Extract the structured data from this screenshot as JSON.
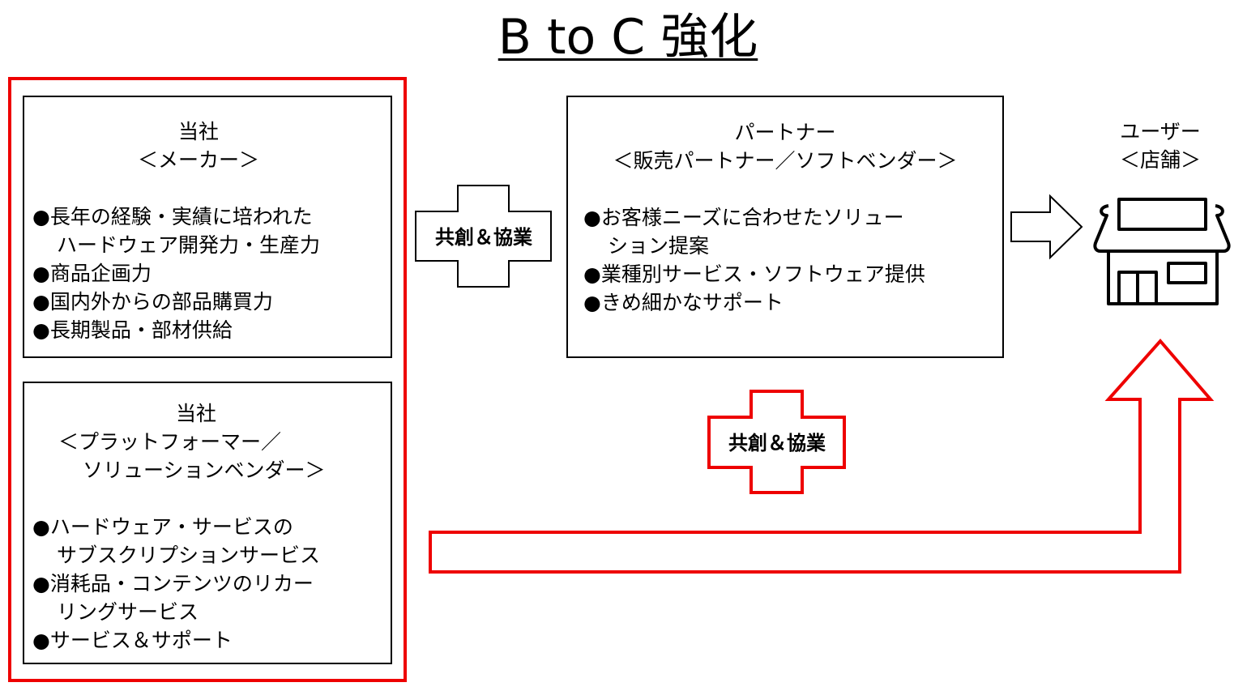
{
  "title": "B to C 強化",
  "maker_box": {
    "header": [
      "当社",
      "＜メーカー＞"
    ],
    "bullets": [
      "●長年の経験・実績に培われた",
      "ハードウェア開発力・生産力",
      "●商品企画力",
      "●国内外からの部品購買力",
      "●長期製品・部材供給"
    ]
  },
  "platform_box": {
    "header": [
      "当社",
      "＜プラットフォーマー／",
      "ソリューションベンダー＞"
    ],
    "bullets": [
      "●ハードウェア・サービスの",
      "サブスクリプションサービス",
      "●消耗品・コンテンツのリカー",
      "リングサービス",
      "●サービス＆サポート"
    ]
  },
  "partner_box": {
    "header": [
      "パートナー",
      "＜販売パートナー／ソフトベンダー＞"
    ],
    "bullets": [
      "●お客様ニーズに合わせたソリュー",
      "ション提案",
      "●業種別サービス・ソフトウェア提供",
      "●きめ細かなサポート"
    ]
  },
  "user": {
    "header": [
      "ユーザー",
      "＜店舗＞"
    ],
    "icon": "store-icon"
  },
  "cross_black": {
    "label": "共創＆協業",
    "color": "#000000"
  },
  "cross_red": {
    "label": "共創＆協業",
    "color": "#ee0000"
  },
  "colors": {
    "accent": "#ee0000"
  }
}
